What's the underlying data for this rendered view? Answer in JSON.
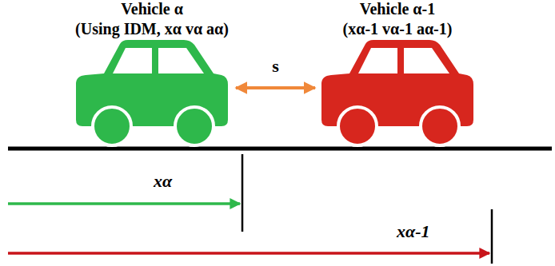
{
  "diagram": {
    "nodes": [
      {
        "text": [
          "Vehicle α",
          "(Using IDM, xα vα aα)"
        ]
      },
      {
        "text": [
          "Vehicle α-1",
          "(xα-1 vα-1 aα-1)"
        ]
      }
    ],
    "edges": [
      {
        "from": 0,
        "to": 1,
        "label": "s",
        "arrow": "both"
      }
    ],
    "labels": [
      "xα",
      "xα-1"
    ]
  }
}
